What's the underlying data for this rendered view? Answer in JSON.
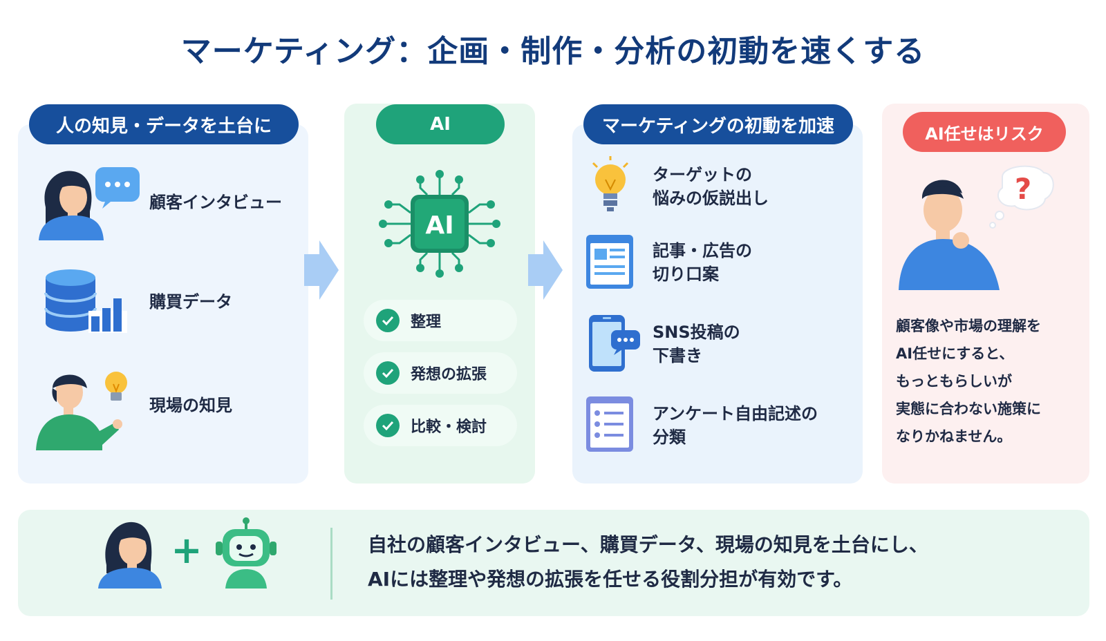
{
  "title": "マーケティング：企画・制作・分析の初動を速くする",
  "sources": {
    "heading": "人の知見・データを土台に",
    "items": [
      {
        "label": "顧客インタビュー",
        "icon": "person-speech-icon"
      },
      {
        "label": "購買データ",
        "icon": "database-chart-icon"
      },
      {
        "label": "現場の知見",
        "icon": "person-lightbulb-icon"
      }
    ]
  },
  "ai": {
    "heading": "AI",
    "chip_label": "AI",
    "checks": [
      "整理",
      "発想の拡張",
      "比較・検討"
    ]
  },
  "accel": {
    "heading": "マーケティングの初動を加速",
    "items": [
      {
        "line1": "ターゲットの",
        "line2": "悩みの仮説出し",
        "icon": "lightbulb-icon"
      },
      {
        "line1": "記事・広告の",
        "line2": "切り口案",
        "icon": "document-icon"
      },
      {
        "line1": "SNS投稿の",
        "line2": "下書き",
        "icon": "smartphone-chat-icon"
      },
      {
        "line1": "アンケート自由記述の",
        "line2": "分類",
        "icon": "checklist-icon"
      }
    ]
  },
  "risk": {
    "heading": "AI任せはリスク",
    "question_mark": "?",
    "lines": [
      "顧客像や市場の理解を",
      "AI任せにすると、",
      "もっともらしいが",
      "実態に合わない施策に",
      "なりかねません。"
    ]
  },
  "bottom": {
    "plus": "+",
    "line1": "自社の顧客インタビュー、購買データ、現場の知見を土台にし、",
    "line2": "AIには整理や発想の拡張を任せる役割分担が有効です。"
  },
  "colors": {
    "navy": "#174f9c",
    "green": "#1fa37a",
    "red": "#f0605d",
    "blue": "#3d86e0"
  }
}
